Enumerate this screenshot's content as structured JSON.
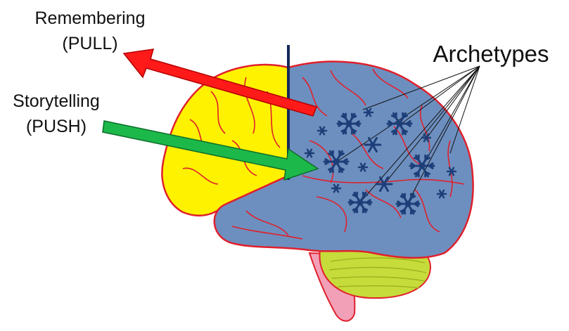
{
  "labels": {
    "remembering": "Remembering",
    "remembering_sub": "(PULL)",
    "storytelling": "Storytelling",
    "storytelling_sub": "(PUSH)",
    "archetypes": "Archetypes"
  },
  "colors": {
    "brain_blue": "#6d8fbf",
    "brain_yellow": "#fff200",
    "outline_red": "#e0202c",
    "cerebellum": "#c6dc3a",
    "brainstem": "#f2a0b8",
    "snowflake": "#1d3e78",
    "divider": "#14285a",
    "pull_arrow": "#ff1a1a",
    "push_arrow": "#1db84a"
  },
  "icons": [
    "snowflake-icon",
    "asterisk-icon"
  ]
}
